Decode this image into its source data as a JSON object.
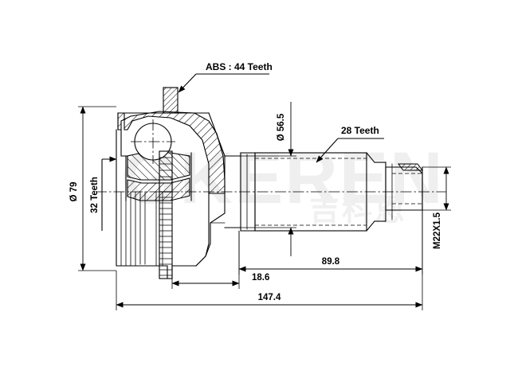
{
  "drawing": {
    "title": "CV Joint Technical Drawing",
    "type": "engineering-cross-section",
    "background_color": "#ffffff",
    "line_color": "#000000",
    "watermark": {
      "latin_text": "GKEREN",
      "cjk_text": "吉科恩",
      "color": "#efefef"
    },
    "annotations": [
      {
        "id": "abs-teeth",
        "text": "ABS : 44 Teeth",
        "orientation": "horizontal",
        "kind": "leader-label"
      },
      {
        "id": "dia-565",
        "text": "Ø 56.5",
        "orientation": "vertical",
        "kind": "diameter-dimension"
      },
      {
        "id": "teeth-28",
        "text": "28 Teeth",
        "orientation": "horizontal",
        "kind": "leader-label"
      },
      {
        "id": "dia-79",
        "text": "Ø 79",
        "orientation": "vertical",
        "kind": "diameter-dimension"
      },
      {
        "id": "teeth-32",
        "text": "32 Teeth",
        "orientation": "vertical",
        "kind": "leader-label"
      },
      {
        "id": "thread-m22",
        "text": "M22X1.5",
        "orientation": "vertical",
        "kind": "thread-spec"
      },
      {
        "id": "len-898",
        "text": "89.8",
        "orientation": "horizontal",
        "kind": "linear-dimension"
      },
      {
        "id": "len-186",
        "text": "18.6",
        "orientation": "horizontal",
        "kind": "linear-dimension"
      },
      {
        "id": "len-1474",
        "text": "147.4",
        "orientation": "horizontal",
        "kind": "linear-dimension"
      }
    ]
  },
  "labels": {
    "abs_teeth": "ABS : 44 Teeth",
    "dia_565": "Ø 56.5",
    "teeth_28": "28 Teeth",
    "dia_79": "Ø 79",
    "teeth_32": "32 Teeth",
    "thread_m22": "M22X1.5",
    "len_898": "89.8",
    "len_186": "18.6",
    "len_1474": "147.4"
  },
  "watermark": {
    "latin": "GKEREN",
    "cjk": "吉科恩"
  }
}
